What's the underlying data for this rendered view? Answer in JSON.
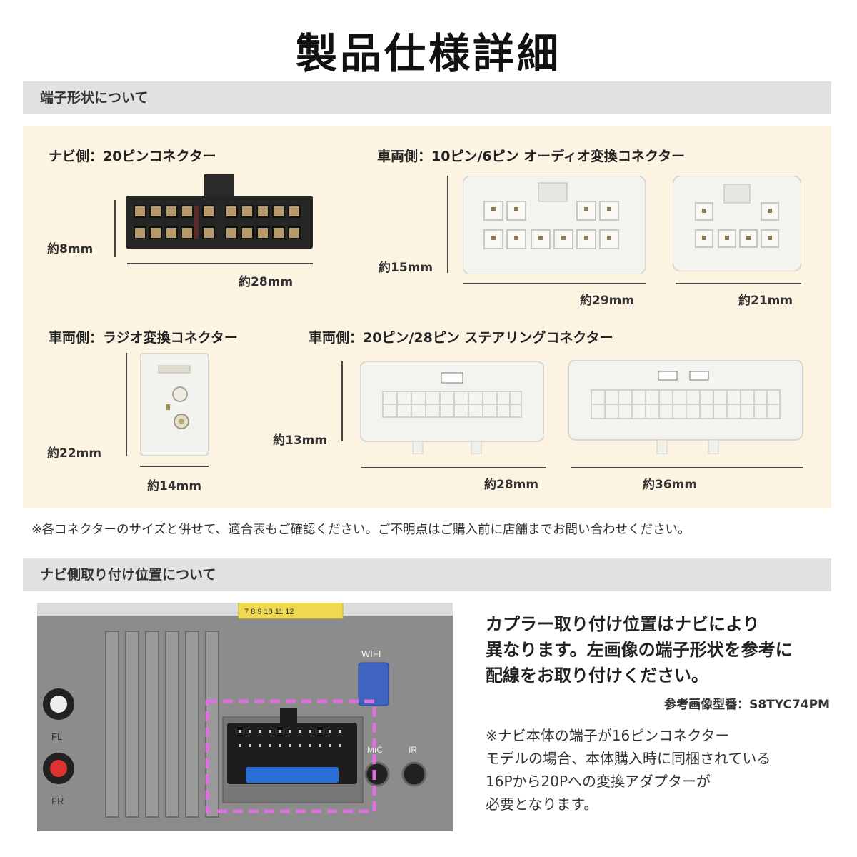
{
  "page": {
    "title": "製品仕様詳細"
  },
  "section1": {
    "header": "端子形状について",
    "nav_connector": {
      "label": "ナビ側：20ピンコネクター",
      "height": "約8mm",
      "width": "約28mm"
    },
    "vehicle_audio": {
      "label": "車両側：10ピン/6ピン オーディオ変換コネクター",
      "height": "約15mm",
      "width_10pin": "約29mm",
      "width_6pin": "約21mm"
    },
    "radio": {
      "label": "車両側：ラジオ変換コネクター",
      "height": "約22mm",
      "width": "約14mm"
    },
    "steering": {
      "label": "車両側：20ピン/28ピン ステアリングコネクター",
      "height": "約13mm",
      "width_20pin": "約28mm",
      "width_28pin": "約36mm"
    },
    "note": "※各コネクターのサイズと併せて、適合表もご確認ください。ご不明点はご購入前に店舗までお問い合わせください。"
  },
  "section2": {
    "header": "ナビ側取り付け位置について",
    "main_text_1": "カプラー取り付け位置はナビにより",
    "main_text_2": "異なります。左画像の端子形状を参考に",
    "main_text_3": "配線をお取り付けください。",
    "model": "参考画像型番：S8TYC74PM",
    "sub_1": "※ナビ本体の端子が16ピンコネクター",
    "sub_2": "モデルの場合、本体購入時に同梱されている",
    "sub_3": "16Pから20Pへの変換アダプターが",
    "sub_4": "必要となります。",
    "photo": {
      "label_top": "7  8  9  10  11  12",
      "wifi": "WIFI",
      "mic": "MIC",
      "ir": "IR",
      "fl": "FL",
      "fr": "FR"
    }
  }
}
